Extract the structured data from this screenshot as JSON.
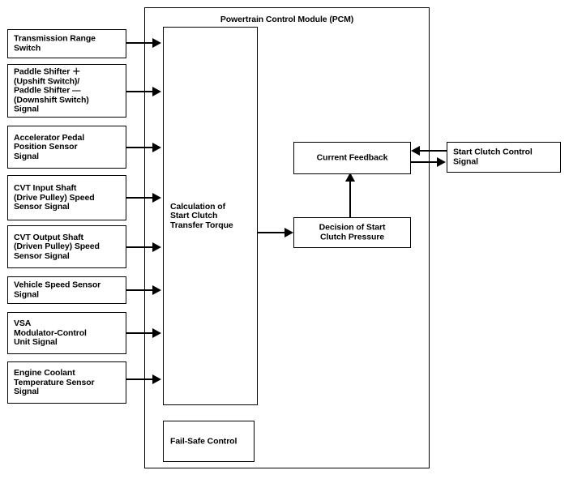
{
  "diagram": {
    "title": "Powertrain Control Module (PCM)",
    "inputs": [
      {
        "label": "Transmission Range\nSwitch"
      },
      {
        "label": "Paddle Shifter ＋\n(Upshift Switch)/\nPaddle Shifter —\n(Downshift Switch)\nSignal"
      },
      {
        "label": "Accelerator Pedal\nPosition Sensor\nSignal"
      },
      {
        "label": "CVT Input Shaft\n(Drive Pulley) Speed\nSensor Signal"
      },
      {
        "label": "CVT Output Shaft\n(Driven Pulley) Speed\nSensor Signal"
      },
      {
        "label": "Vehicle Speed Sensor\nSignal"
      },
      {
        "label": "VSA\nModulator-Control\nUnit Signal"
      },
      {
        "label": "Engine Coolant\nTemperature Sensor\nSignal"
      }
    ],
    "blocks": {
      "calculation": "Calculation of\nStart Clutch\nTransfer Torque",
      "current_feedback": "Current Feedback",
      "decision": "Decision of Start\nClutch Pressure",
      "fail_safe": "Fail-Safe Control"
    },
    "output": {
      "start_clutch_control": "Start Clutch Control\nSignal"
    },
    "colors": {
      "line": "#000000",
      "background": "#ffffff",
      "text": "#000000"
    }
  }
}
